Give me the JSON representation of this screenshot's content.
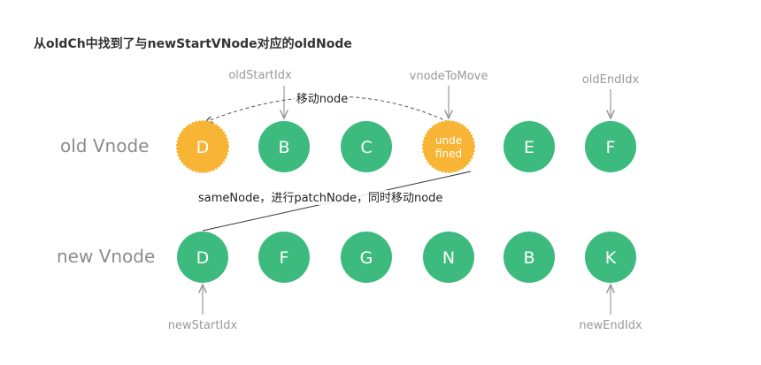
{
  "title": "从oldCh中找到了与newStartVNode对应的oldNode",
  "rows": {
    "old_label": "old Vnode",
    "new_label": "new Vnode"
  },
  "old_nodes": [
    "D",
    "B",
    "C",
    "undefined",
    "E",
    "F"
  ],
  "old_node_undefined_lines": [
    "unde",
    "fined"
  ],
  "new_nodes": [
    "D",
    "F",
    "G",
    "N",
    "B",
    "K"
  ],
  "pointers": {
    "old_start": "oldStartIdx",
    "vnode_to_move": "vnodeToMove",
    "old_end": "oldEndIdx",
    "new_start": "newStartIdx",
    "new_end": "newEndIdx"
  },
  "annotations": {
    "move": "移动node",
    "same": "sameNode，进行patchNode，同时移动node"
  },
  "colors": {
    "green": "#3dba7e",
    "orange": "#f8b435",
    "arrow": "#999999"
  }
}
